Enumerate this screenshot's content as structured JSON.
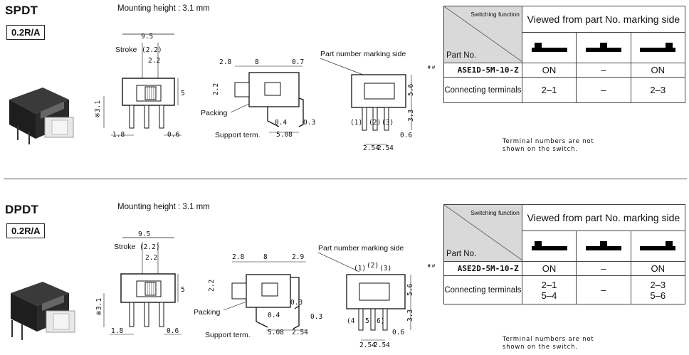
{
  "sections": [
    {
      "type": "SPDT",
      "rating": "0.2R/A",
      "mounting_height": "Mounting height : 3.1 mm",
      "dims_front": {
        "width": "9.5",
        "stroke": "Stroke",
        "stroke_val": "(2.2)",
        "inner": "2.2",
        "height": "5",
        "pin_h": "※3.1",
        "pitch_left": "1.8",
        "pin_w": "0.6"
      },
      "dims_side": {
        "a": "2.8",
        "b": "8",
        "c": "0.7",
        "d": "2.2",
        "e": "0.4",
        "f": "0.3",
        "g": "5.08",
        "packing": "Packing",
        "support": "Support term."
      },
      "dims_right": {
        "marking": "Part number marking side",
        "h1": "5.6",
        "h2": "3.3",
        "w": "0.6",
        "p1": "2.54",
        "p2": "2.54",
        "t1": "(1)",
        "t2": "(2)",
        "t3": "(3)"
      },
      "table": {
        "header_small": "Switching function",
        "header_main": "Viewed from part No. marking side",
        "partno_label": "Part No.",
        "partno": "ASE1D-5M-10-Z",
        "on_row": [
          "ON",
          "–",
          "ON"
        ],
        "conn_label": "Connecting terminals",
        "conn": [
          "2–1",
          "–",
          "2–3"
        ]
      },
      "note_lines": [
        "Terminal numbers are not",
        "shown on the switch."
      ]
    },
    {
      "type": "DPDT",
      "rating": "0.2R/A",
      "mounting_height": "Mounting height : 3.1 mm",
      "dims_front": {
        "width": "9.5",
        "stroke": "Stroke",
        "stroke_val": "(2.2)",
        "inner": "2.2",
        "height": "5",
        "pin_h": "※3.1",
        "pitch_left": "1.8",
        "pin_w": "0.6"
      },
      "dims_side": {
        "a": "2.8",
        "b": "8",
        "c": "2.9",
        "d": "2.2",
        "e": "0.4",
        "f": "0.3",
        "f2": "0.3",
        "g": "5.08",
        "h": "2.54",
        "packing": "Packing",
        "support": "Support term."
      },
      "dims_right": {
        "marking": "Part number marking side",
        "h1": "5.6",
        "h2": "3.3",
        "w": "0.6",
        "p1": "2.54",
        "p2": "2.54",
        "t1": "(1)",
        "t2": "(2)",
        "t3": "(3)",
        "t4": "(4",
        "t5": "5",
        "t6": "6)"
      },
      "table": {
        "header_small": "Switching function",
        "header_main": "Viewed from part No. marking side",
        "partno_label": "Part No.",
        "partno": "ASE2D-5M-10-Z",
        "on_row": [
          "ON",
          "–",
          "ON"
        ],
        "conn_label": "Connecting terminals",
        "conn_top": [
          "2–1",
          "–",
          "2–3"
        ],
        "conn_bottom": [
          "5–4",
          "",
          "5–6"
        ]
      },
      "note_lines": [
        "Terminal numbers are not",
        "shown on the switch."
      ]
    }
  ],
  "icons": {
    "ul": "UL-recognized-mark",
    "slider": "slider-position-icon"
  }
}
